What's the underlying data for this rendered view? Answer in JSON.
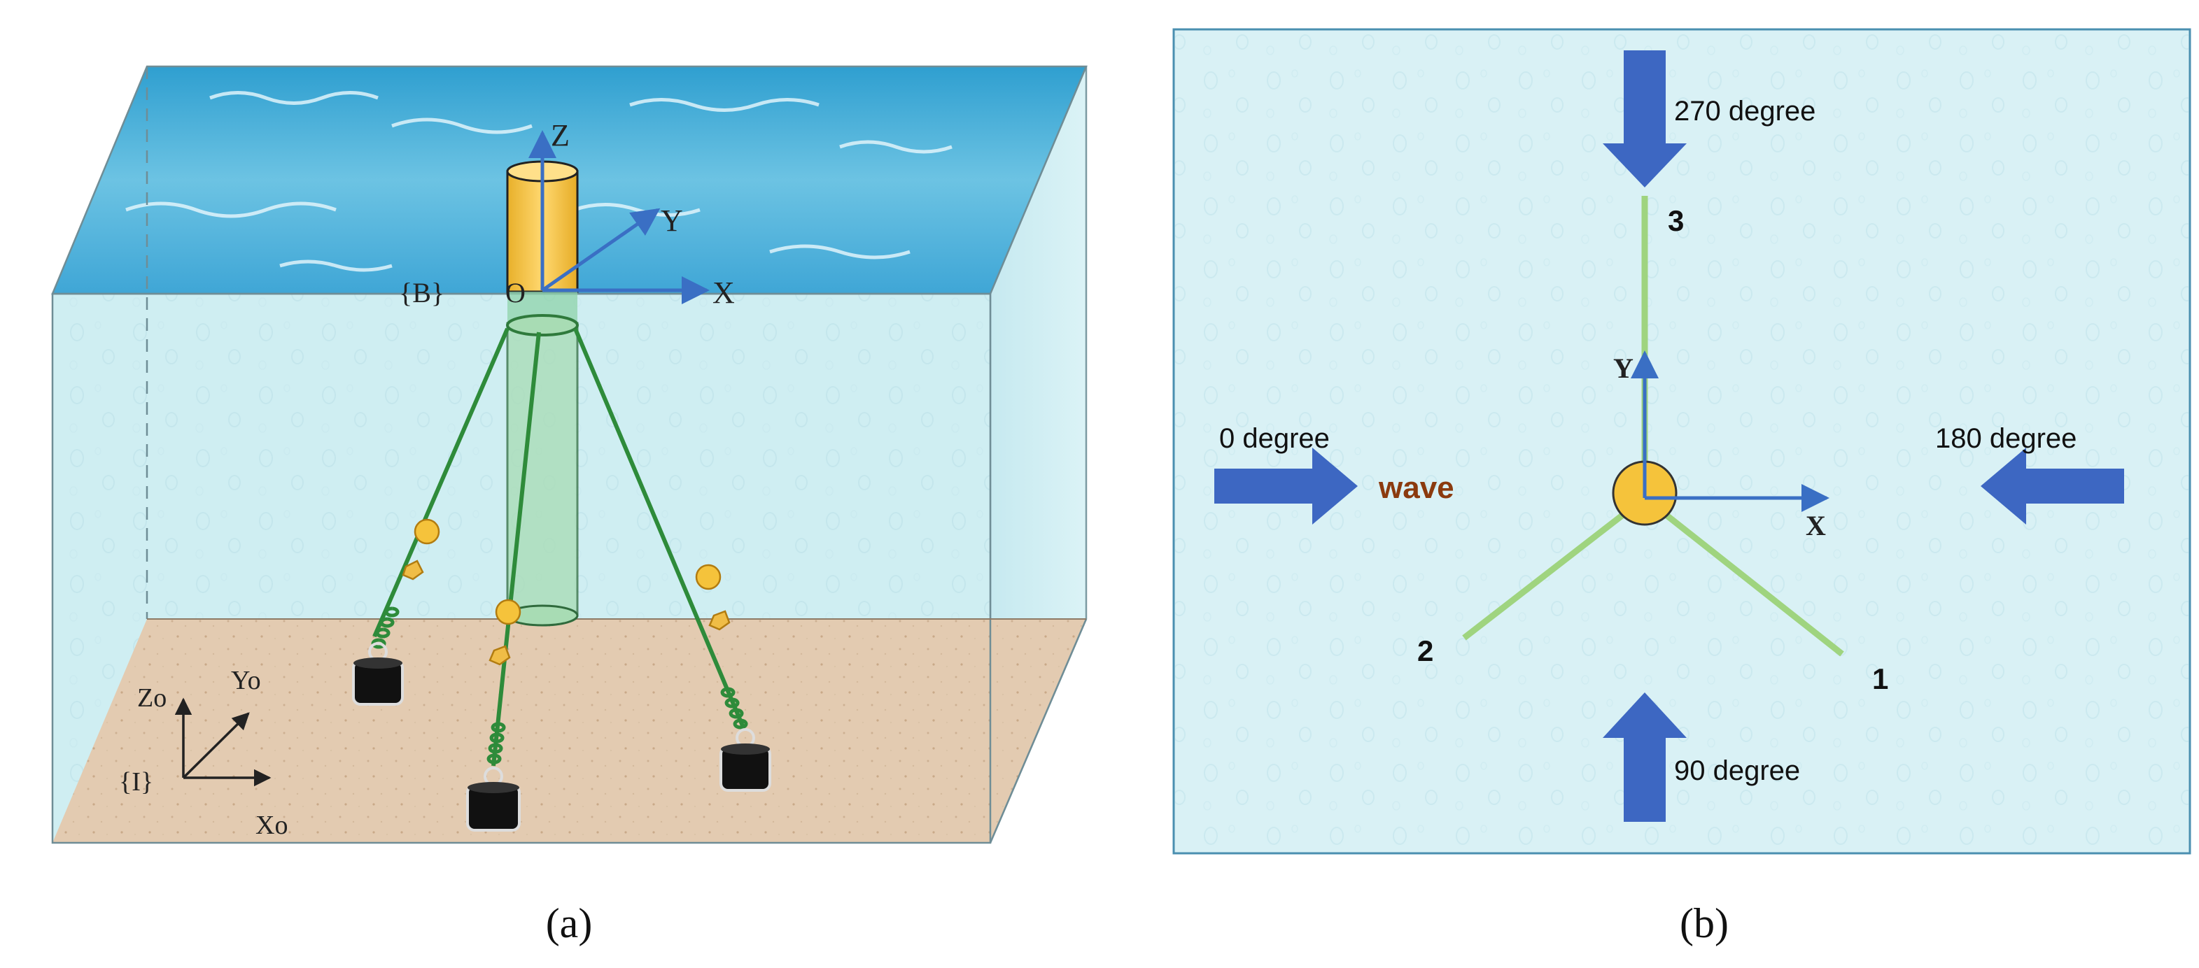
{
  "panel_a": {
    "caption": "(a)",
    "body_frame_label": "{B}",
    "origin_label": "O",
    "axis_x": "X",
    "axis_y": "Y",
    "axis_z": "Z",
    "inertial_frame_label": "{I}",
    "inertial_x": "Xo",
    "inertial_y": "Yo",
    "inertial_z": "Zo"
  },
  "panel_b": {
    "caption": "(b)",
    "axis_x": "X",
    "axis_y": "Y",
    "wave_label": "wave",
    "line_1": "1",
    "line_2": "2",
    "line_3": "3",
    "dir_0": "0 degree",
    "dir_90": "90 degree",
    "dir_180": "180 degree",
    "dir_270": "270 degree"
  },
  "colors": {
    "water": "#cfeef2",
    "seabed": "#e3cbb1",
    "mooring_line": "#2e8b3a",
    "float": "#f5c33b",
    "axis_blue": "#3a6fc4",
    "arrow_blue": "#3d67c2",
    "mooring_line_b": "#9fd47f",
    "wave_text": "#8b3a0e"
  }
}
